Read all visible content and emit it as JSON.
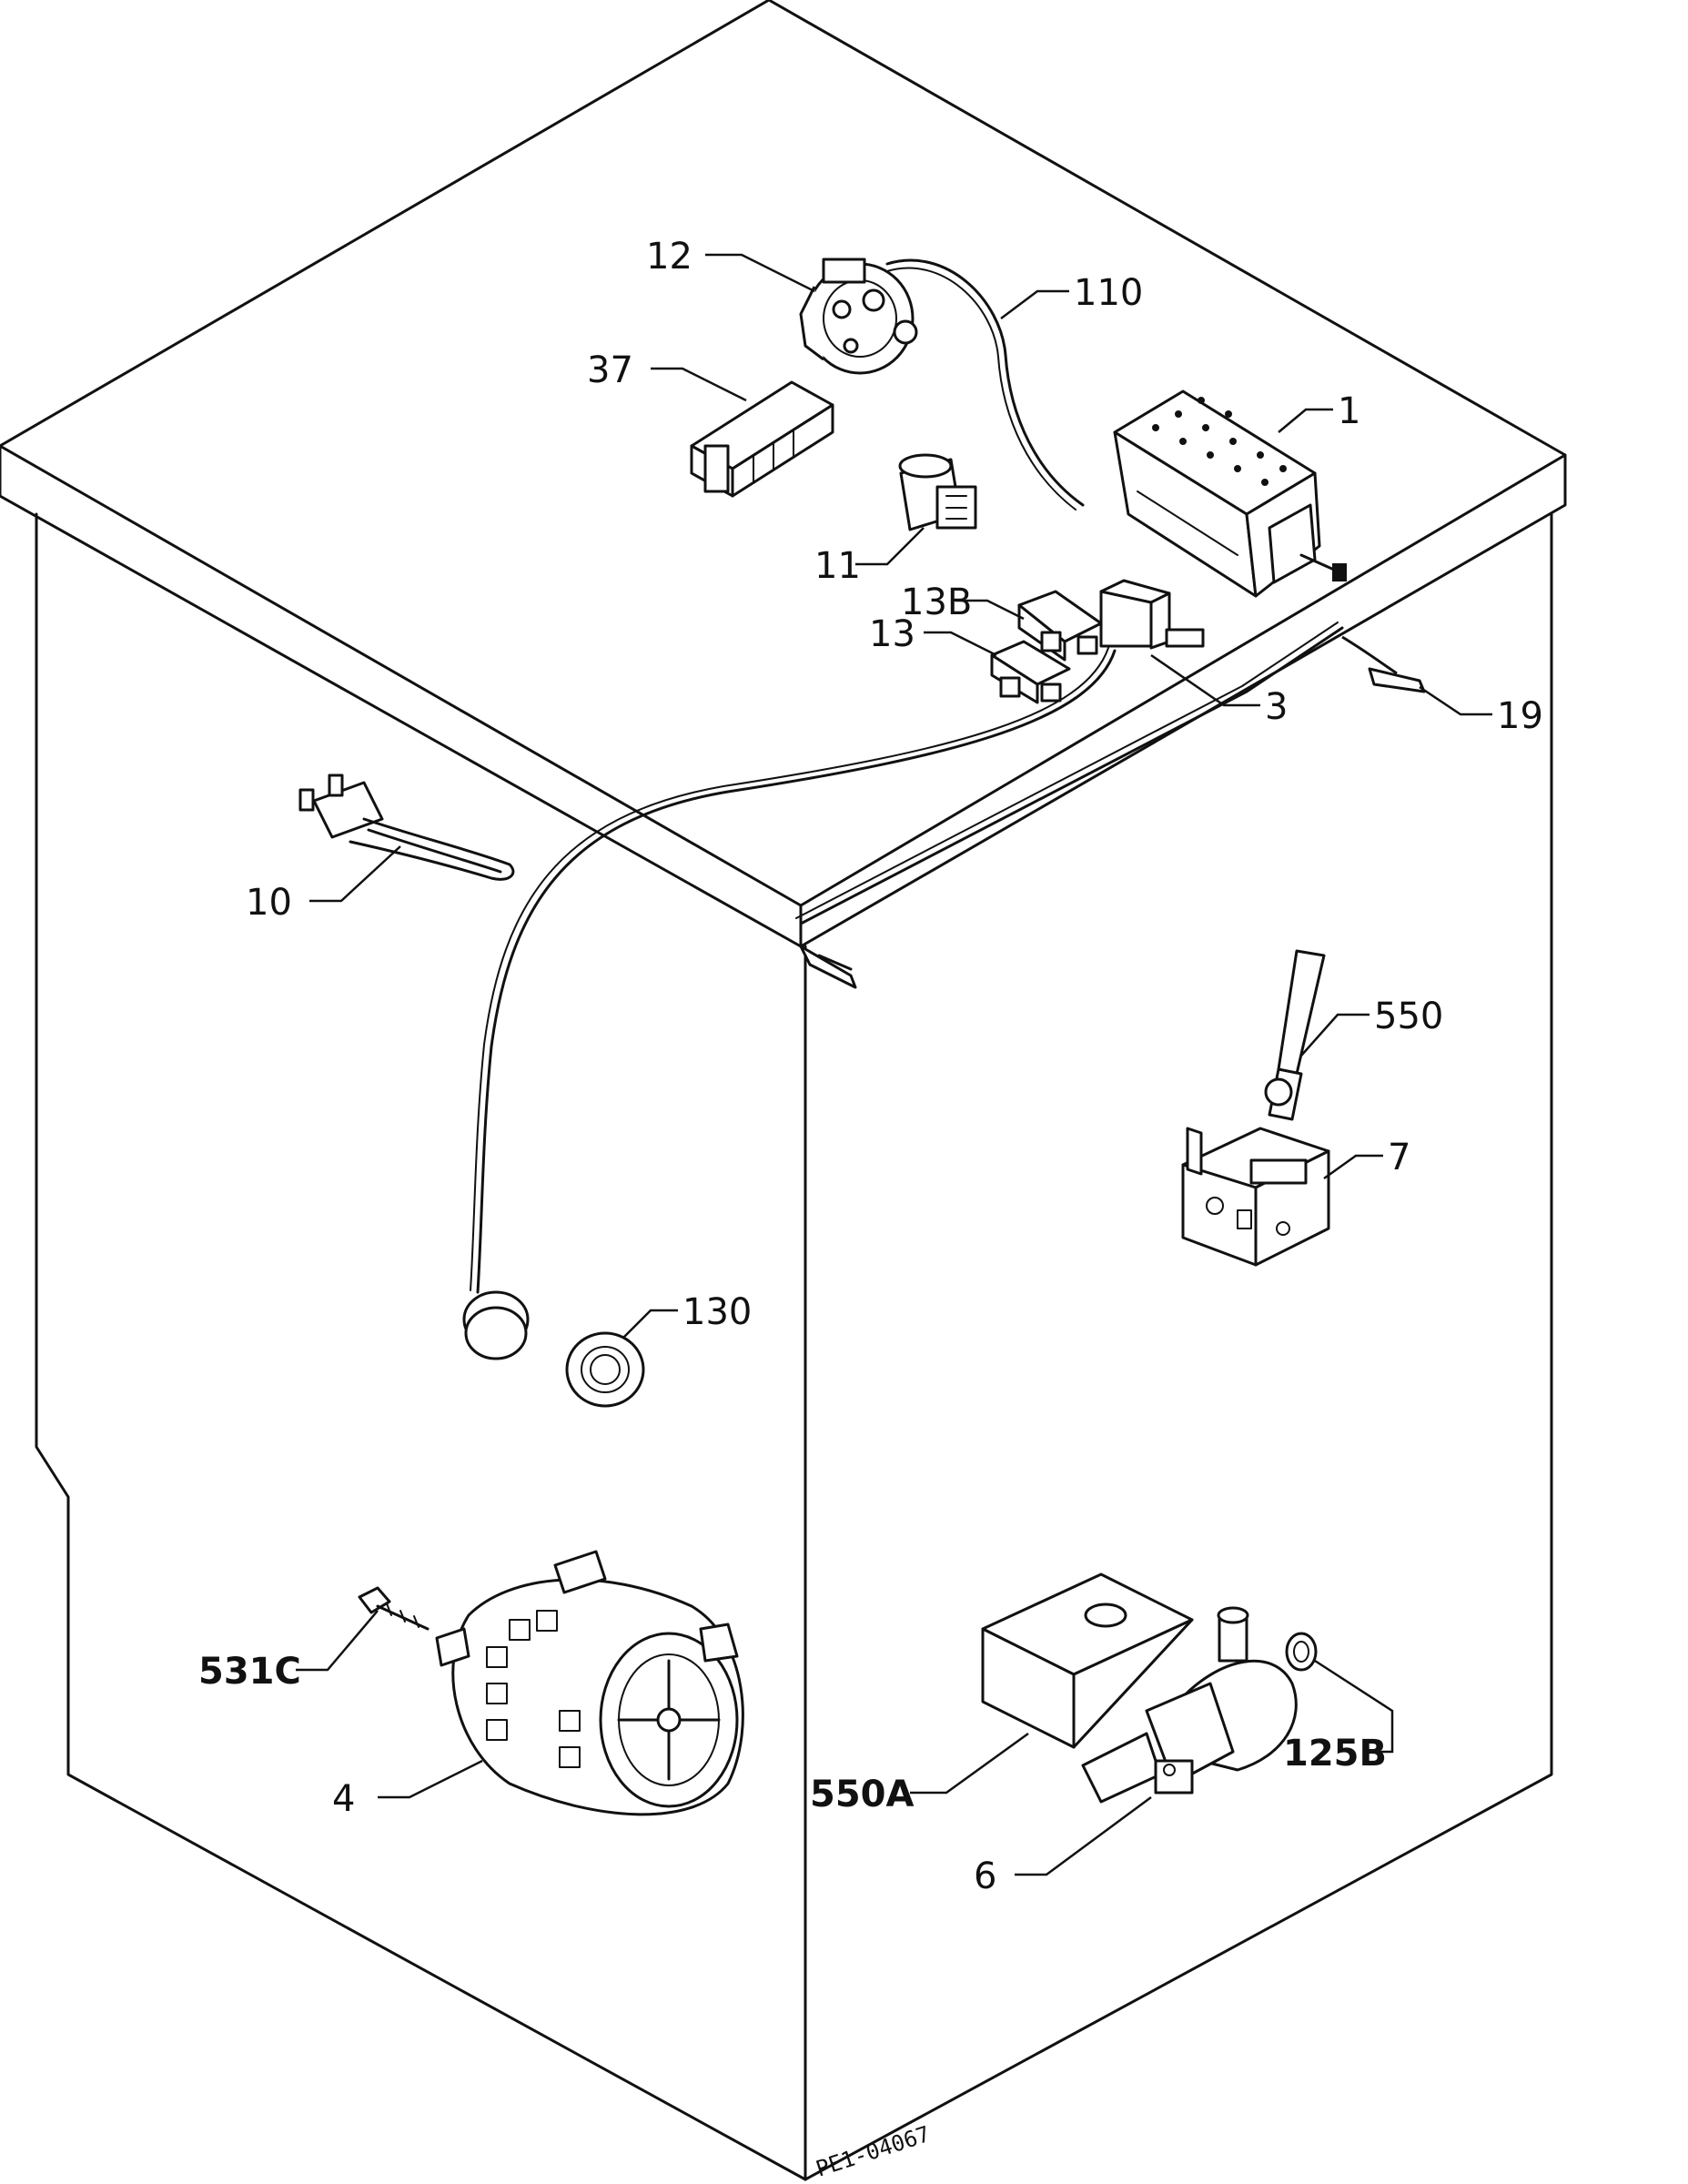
{
  "diagram": {
    "labels": {
      "p1": "1",
      "p3": "3",
      "p4": "4",
      "p6": "6",
      "p7": "7",
      "p10": "10",
      "p11": "11",
      "p12": "12",
      "p13": "13",
      "p13b": "13B",
      "p19": "19",
      "p37": "37",
      "p110": "110",
      "p125b": "125B",
      "p130": "130",
      "p531c": "531C",
      "p550": "550",
      "p550a": "550A",
      "p6b": ""
    },
    "reference": "PE1-04067"
  }
}
